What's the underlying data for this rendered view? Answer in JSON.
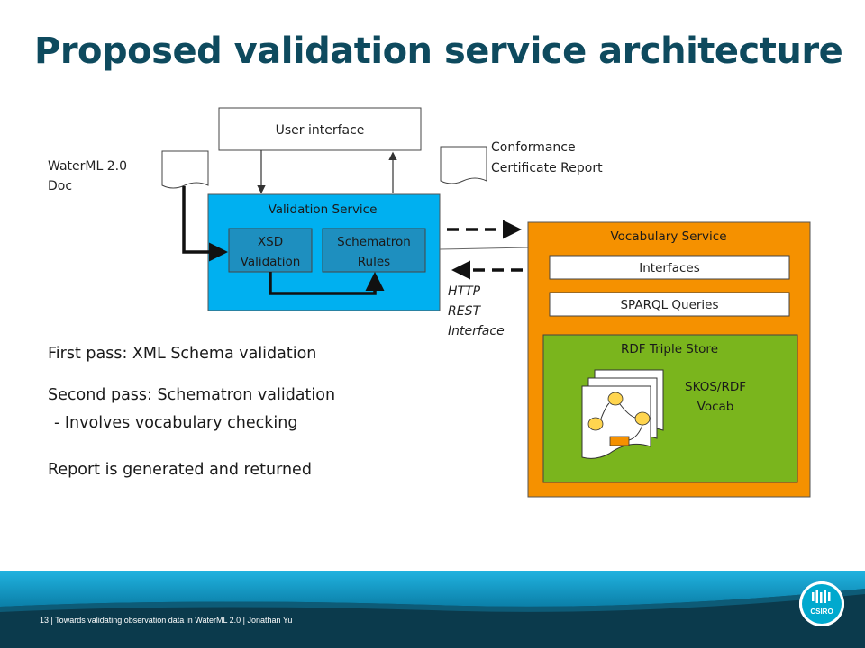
{
  "slide": {
    "title": "Proposed validation service architecture"
  },
  "diagram": {
    "user_interface": "User interface",
    "waterml_doc": [
      "WaterML 2.0",
      "Doc"
    ],
    "conformance": [
      "Conformance",
      "Certificate Report"
    ],
    "validation_service": {
      "label": "Validation Service",
      "xsd": [
        "XSD",
        "Validation"
      ],
      "schematron": [
        "Schematron",
        "Rules"
      ]
    },
    "http_rest": [
      "HTTP",
      "REST",
      "Interface"
    ],
    "vocabulary_service": {
      "label": "Vocabulary Service",
      "interfaces": "Interfaces",
      "sparql": "SPARQL Queries",
      "rdf_store": "RDF Triple Store",
      "skos": [
        "SKOS/RDF",
        "Vocab"
      ]
    }
  },
  "bullets": {
    "first": "First pass: XML Schema validation",
    "second": "Second pass: Schematron validation",
    "second_sub": "- Involves vocabulary checking",
    "third": "Report is generated and returned"
  },
  "footer": {
    "text": "13  |  Towards validating observation data in WaterML 2.0 | Jonathan Yu",
    "logo": "CSIRO"
  },
  "colors": {
    "title": "#0e4a5e",
    "validation_fill": "#00b0f0",
    "inner_fill": "#1e8fbf",
    "vocab_fill": "#f59100",
    "rdf_fill": "#7ab51d",
    "footer": "#0b3a4c",
    "footer_wave": "#0e9ac8"
  }
}
